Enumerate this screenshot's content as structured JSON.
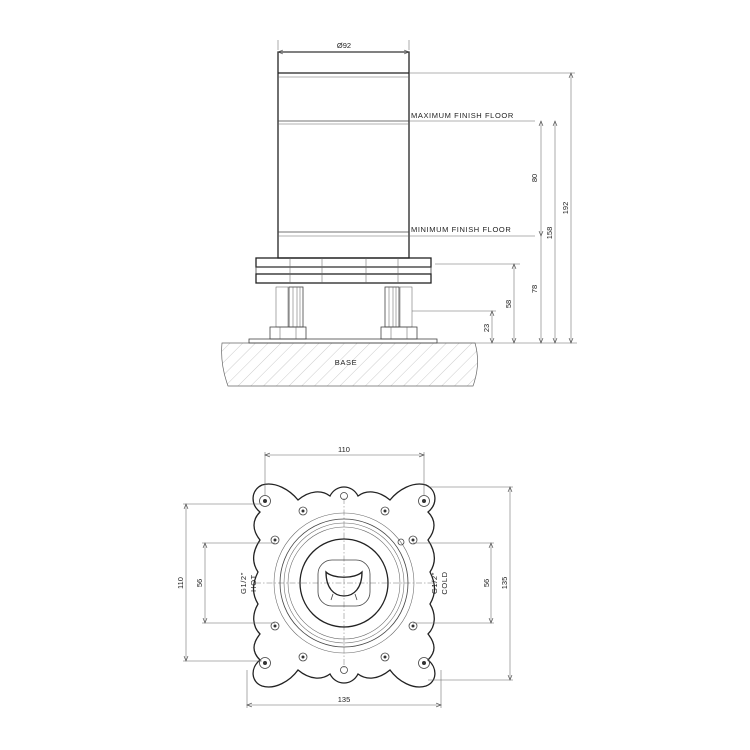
{
  "side_view": {
    "diameter": "Ø92",
    "max_floor": "MAXIMUM FINISH FLOOR",
    "min_floor": "MINIMUM FINISH FLOOR",
    "base": "BASE",
    "dims": {
      "d80": "80",
      "d158": "158",
      "d192": "192",
      "d58": "58",
      "d78": "78",
      "d23": "23"
    }
  },
  "plan_view": {
    "top_width": "110",
    "bottom_width": "135",
    "left_outer": "110",
    "left_inner": "56",
    "right_inner": "56",
    "right_outer": "135",
    "hot_size": "G1/2\"",
    "hot_label": "HOT",
    "cold_size": "G1/2\"",
    "cold_label": "COLD"
  }
}
